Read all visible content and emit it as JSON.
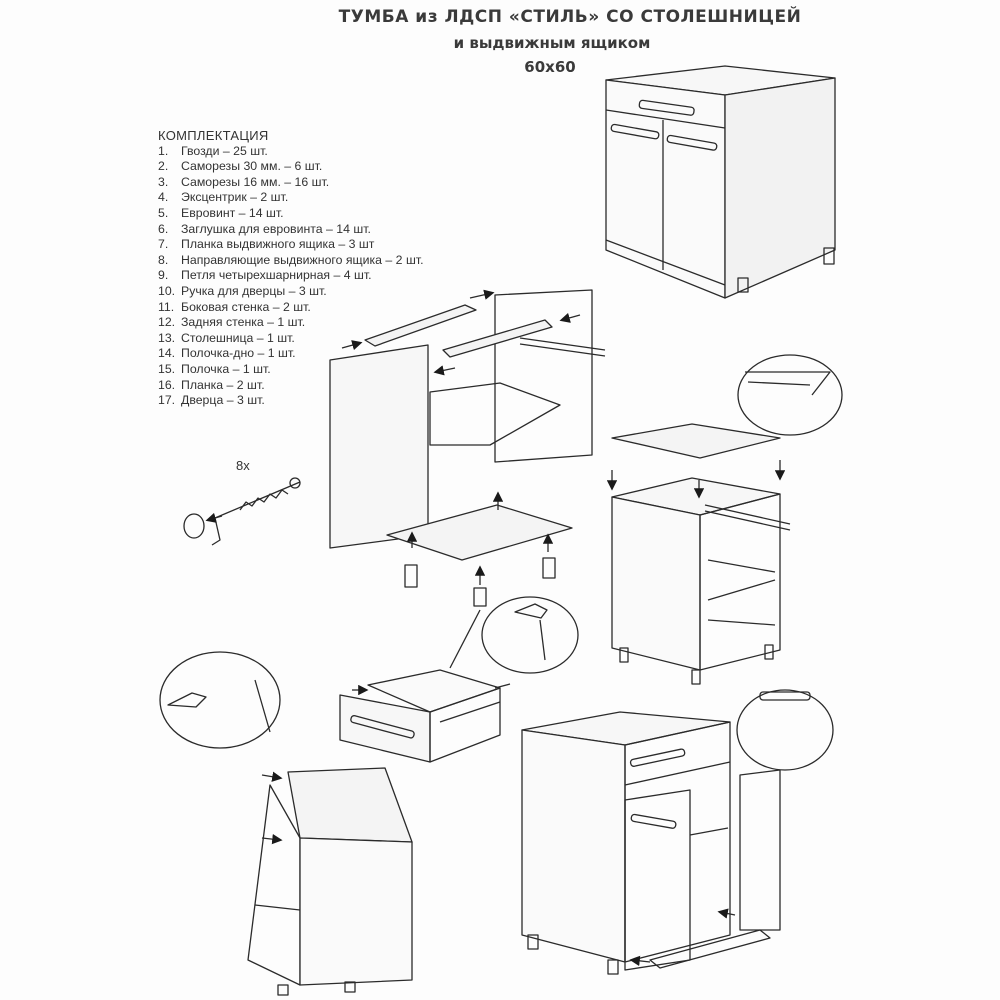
{
  "title": {
    "line1": "ТУМБА из ЛДСП «СТИЛЬ» СО СТОЛЕШНИЦЕЙ",
    "line2": "и выдвижным ящиком",
    "line3": "60x60"
  },
  "parts": {
    "heading": "КОМПЛЕКТАЦИЯ",
    "items": [
      {
        "num": "1.",
        "text": "Гвозди – 25 шт."
      },
      {
        "num": "2.",
        "text": "Саморезы 30 мм. – 6 шт."
      },
      {
        "num": "3.",
        "text": "Саморезы 16 мм. – 16 шт."
      },
      {
        "num": "4.",
        "text": "Эксцентрик – 2 шт."
      },
      {
        "num": "5.",
        "text": "Евровинт – 14 шт."
      },
      {
        "num": "6.",
        "text": "Заглушка для евровинта – 14 шт."
      },
      {
        "num": "7.",
        "text": "Планка выдвижного ящика – 3 шт"
      },
      {
        "num": "8.",
        "text": "Направляющие выдвижного ящика – 2 шт."
      },
      {
        "num": "9.",
        "text": "Петля четырехшарнирная – 4 шт."
      },
      {
        "num": "10.",
        "text": "Ручка для дверцы – 3 шт."
      },
      {
        "num": "11.",
        "text": "Боковая стенка – 2 шт."
      },
      {
        "num": "12.",
        "text": "Задняя стенка – 1 шт."
      },
      {
        "num": "13.",
        "text": "Столешница – 1 шт."
      },
      {
        "num": "14.",
        "text": "Полочка-дно – 1 шт."
      },
      {
        "num": "15.",
        "text": "Полочка – 1 шт."
      },
      {
        "num": "16.",
        "text": "Планка – 2 шт."
      },
      {
        "num": "17.",
        "text": "Дверца – 3 шт."
      }
    ]
  },
  "annotations": {
    "screw_count": "8x"
  },
  "colors": {
    "line": "#2b2b2b",
    "fill_panel": "#f4f4f4",
    "arrow": "#1a1a1a"
  }
}
